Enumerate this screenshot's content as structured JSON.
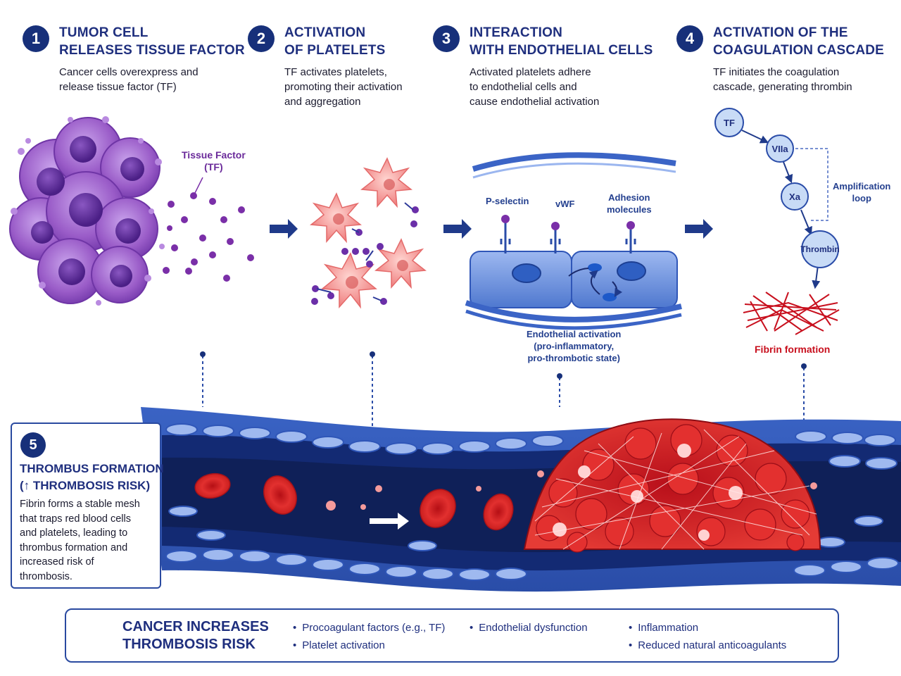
{
  "steps": [
    {
      "num": "1",
      "title": [
        "TUMOR CELL",
        "RELEASES TISSUE FACTOR"
      ],
      "desc": [
        "Cancer cells overexpress and",
        "release tissue factor (TF)"
      ]
    },
    {
      "num": "2",
      "title": [
        "ACTIVATION",
        "OF PLATELETS"
      ],
      "desc": [
        "TF activates platelets,",
        "promoting their activation",
        "and aggregation"
      ]
    },
    {
      "num": "3",
      "title": [
        "INTERACTION",
        "WITH ENDOTHELIAL CELLS"
      ],
      "desc": [
        "Activated platelets adhere",
        "to endothelial cells and",
        "cause endothelial activation"
      ]
    },
    {
      "num": "4",
      "title": [
        "ACTIVATION OF THE",
        "COAGULATION CASCADE"
      ],
      "desc": [
        "TF initiates the coagulation",
        "cascade, generating thrombin"
      ]
    }
  ],
  "labels": {
    "tissue_factor": [
      "Tissue Factor",
      "(TF)"
    ],
    "p_selectin": "P-selectin",
    "vwf": "vWF",
    "adhesion": [
      "Adhesion",
      "molecules"
    ],
    "endothelial_activation": [
      "Endothelial activation",
      "(pro-inflammatory,",
      "pro-thrombotic state)"
    ],
    "amplification": [
      "Amplification",
      "loop"
    ],
    "fibrin_formation": "Fibrin formation"
  },
  "cascade": [
    "TF",
    "VIIa",
    "Xa",
    "Thrombin"
  ],
  "step5": {
    "num": "5",
    "title": [
      "THROMBUS FORMATION",
      "(↑ THROMBOSIS RISK)"
    ],
    "desc": [
      "Fibrin forms a stable mesh",
      "that traps red blood cells",
      "and platelets, leading to",
      "thrombus formation and",
      "increased risk of",
      "thrombosis."
    ]
  },
  "summary": {
    "title": [
      "CANCER INCREASES",
      "THROMBOSIS RISK"
    ],
    "bullets": [
      "Procoagulant factors (e.g., TF)",
      "Platelet activation",
      "Endothelial dysfunction",
      "Inflammation",
      "Reduced natural anticoagulants"
    ]
  },
  "colors": {
    "navy": "#17307a",
    "tumor": "#9a5cc8",
    "platelet": "#f08c8c",
    "endothelium": "#5d86d8",
    "fibrin": "#c8101e",
    "blood": "#cf1f1f"
  },
  "icons": [
    "arrow-right-icon",
    "shield-up-icon"
  ]
}
